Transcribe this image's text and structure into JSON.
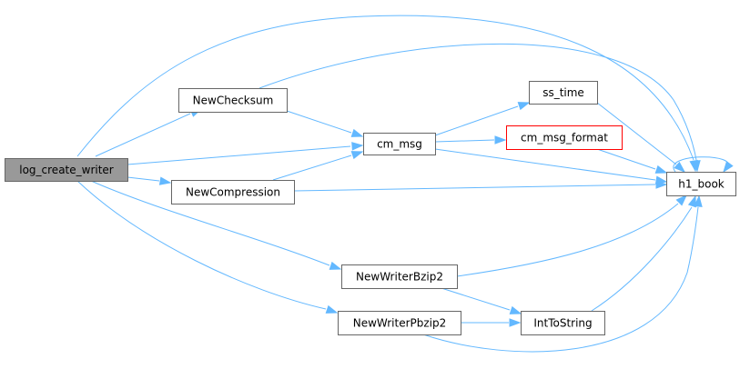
{
  "colors": {
    "edge": "#63b8ff",
    "root_fill": "#999999",
    "node_fill": "#ffffff",
    "node_border": "#666666",
    "missing_border": "#ff0000"
  },
  "nodes": [
    {
      "id": "log_create_writer",
      "label": "log_create_writer",
      "kind": "root"
    },
    {
      "id": "NewChecksum",
      "label": "NewChecksum",
      "kind": "normal"
    },
    {
      "id": "cm_msg",
      "label": "cm_msg",
      "kind": "normal"
    },
    {
      "id": "ss_time",
      "label": "ss_time",
      "kind": "normal"
    },
    {
      "id": "cm_msg_format",
      "label": "cm_msg_format",
      "kind": "missing"
    },
    {
      "id": "h1_book",
      "label": "h1_book",
      "kind": "normal"
    },
    {
      "id": "NewCompression",
      "label": "NewCompression",
      "kind": "normal"
    },
    {
      "id": "NewWriterBzip2",
      "label": "NewWriterBzip2",
      "kind": "normal"
    },
    {
      "id": "NewWriterPbzip2",
      "label": "NewWriterPbzip2",
      "kind": "normal"
    },
    {
      "id": "IntToString",
      "label": "IntToString",
      "kind": "normal"
    }
  ],
  "edges": [
    {
      "from": "log_create_writer",
      "to": "NewChecksum"
    },
    {
      "from": "log_create_writer",
      "to": "cm_msg"
    },
    {
      "from": "log_create_writer",
      "to": "NewCompression"
    },
    {
      "from": "log_create_writer",
      "to": "NewWriterBzip2"
    },
    {
      "from": "log_create_writer",
      "to": "NewWriterPbzip2"
    },
    {
      "from": "log_create_writer",
      "to": "h1_book"
    },
    {
      "from": "NewChecksum",
      "to": "cm_msg"
    },
    {
      "from": "NewChecksum",
      "to": "h1_book"
    },
    {
      "from": "cm_msg",
      "to": "ss_time"
    },
    {
      "from": "cm_msg",
      "to": "cm_msg_format"
    },
    {
      "from": "cm_msg",
      "to": "h1_book"
    },
    {
      "from": "ss_time",
      "to": "h1_book"
    },
    {
      "from": "cm_msg_format",
      "to": "h1_book"
    },
    {
      "from": "h1_book",
      "to": "h1_book"
    },
    {
      "from": "NewCompression",
      "to": "cm_msg"
    },
    {
      "from": "NewCompression",
      "to": "h1_book"
    },
    {
      "from": "NewWriterBzip2",
      "to": "IntToString"
    },
    {
      "from": "NewWriterBzip2",
      "to": "h1_book"
    },
    {
      "from": "NewWriterPbzip2",
      "to": "IntToString"
    },
    {
      "from": "NewWriterPbzip2",
      "to": "h1_book"
    },
    {
      "from": "IntToString",
      "to": "h1_book"
    }
  ]
}
